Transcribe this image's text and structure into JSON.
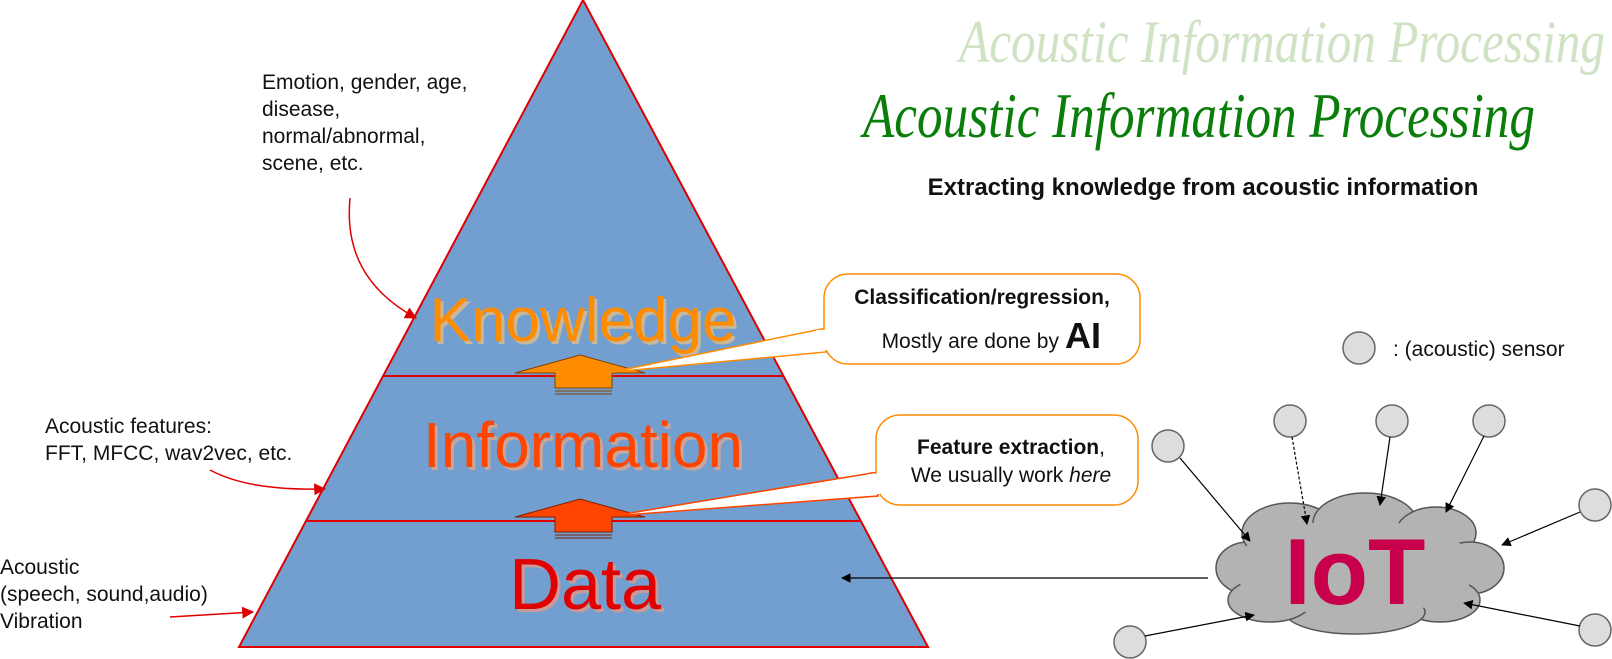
{
  "header": {
    "title_shadow": "Acoustic Information Processing",
    "title": "Acoustic Information Processing",
    "subtitle": "Extracting knowledge from acoustic information"
  },
  "pyramid": {
    "layers": [
      {
        "label": "Knowledge",
        "color": "#ff8c00"
      },
      {
        "label": "Information",
        "color": "#ff4500"
      },
      {
        "label": "Data",
        "color": "#e00000"
      }
    ],
    "fill": "#729fcf",
    "border": "#e00000"
  },
  "annotations": {
    "knowledge_lines": [
      "Emotion, gender, age,",
      "disease,",
      "normal/abnormal,",
      "scene, etc."
    ],
    "features_lines": [
      "Acoustic features:",
      "FFT, MFCC, wav2vec, etc."
    ],
    "data_lines": [
      "Acoustic",
      "(speech, sound,audio)",
      "Vibration"
    ]
  },
  "callouts": {
    "classification": {
      "title": "Classification/regression,",
      "text": "Mostly are done by ",
      "emph": "AI"
    },
    "feature": {
      "title": "Feature extraction",
      "comma": ",",
      "text": "We usually work ",
      "emph": "here"
    }
  },
  "legend": {
    "text": ": (acoustic) sensor"
  },
  "iot": {
    "label": "IoT",
    "color": "#c8004b"
  },
  "colors": {
    "title_green": "#0a7d0a",
    "title_shadow": "#cfe3c4",
    "callout_border": "#ff8c00"
  }
}
